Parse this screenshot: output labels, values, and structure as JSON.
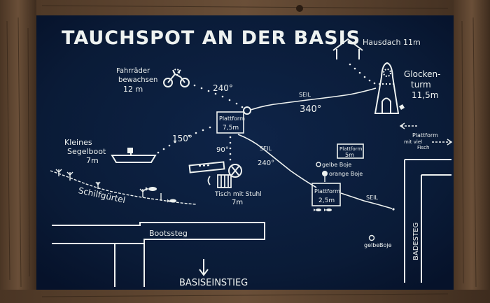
{
  "title": "TAUCHSPOT AN DER BASIS",
  "colors": {
    "board": "#0b1d3b",
    "board_dark": "#07142a",
    "chalk": "#eef2f0",
    "frame": "#5b4330",
    "frame_dark": "#3b2a1c"
  },
  "icons": [
    "house-icon",
    "bell-tower-icon",
    "bicycles-icon",
    "boat-icon",
    "table-icon",
    "chair-icon",
    "fish-icon",
    "plant-icon",
    "buoy-icon",
    "arrow-down-icon"
  ],
  "labels": {
    "hausdach": "Hausdach 11m",
    "glockenturm_1": "Glocken-",
    "glockenturm_2": "turm",
    "glockenturm_depth": "11,5m",
    "fahrraeder_1": "Fahrräder",
    "fahrraeder_2": "bewachsen",
    "fahrraeder_depth": "12 m",
    "deg_240_top": "240°",
    "seil_top": "SEIL",
    "deg_340": "340°",
    "plattform_main_1": "Plattform",
    "plattform_main_2": "7,5m",
    "plattform_fisch_1": "Plattform",
    "plattform_fisch_2": "mit viel",
    "plattform_fisch_3": "Fisch",
    "segelboot_1": "Kleines",
    "segelboot_2": "Segelboot",
    "segelboot_depth": "7m",
    "deg_150": "150°",
    "deg_90": "90°",
    "seil_mid": "SEIL",
    "deg_240_mid": "240°",
    "plattform_5_1": "Plattform",
    "plattform_5_2": "5m",
    "gelbe_boje_top": "gelbe Boje",
    "orange_boje": "orange Boje",
    "plattform_25_1": "Plattform",
    "plattform_25_2": "2,5m",
    "seil_low": "SEIL",
    "tisch_1": "Tisch mit Stuhl",
    "tisch_2": "7m",
    "schilfguertel": "Schilfgürtel",
    "bootssteg": "Bootssteg",
    "badesteg": "BADESTEG",
    "gelbe_boje_low_1": "gelbe",
    "gelbe_boje_low_2": "Boje",
    "basiseinstieg": "BASISEINSTIEG"
  }
}
